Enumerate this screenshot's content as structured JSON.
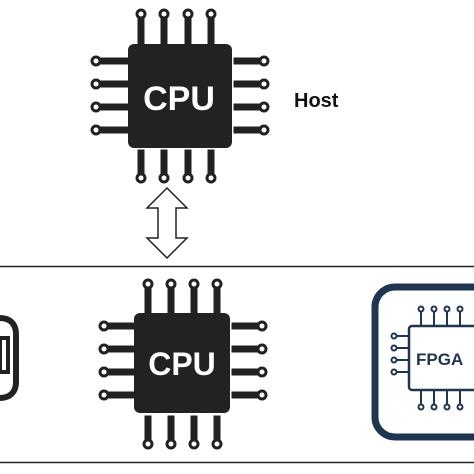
{
  "host": {
    "label": "Host"
  },
  "host_cpu": {
    "label": "CPU",
    "icon": "cpu-chip-icon"
  },
  "device_cpu": {
    "label": "CPU",
    "icon": "cpu-chip-icon"
  },
  "fpga": {
    "label": "FPGA",
    "icon": "fpga-chip-icon",
    "border_color": "#1f3550"
  },
  "link": {
    "icon": "double-arrow-icon"
  },
  "colors": {
    "chip": "#222222",
    "pin": "#222222",
    "arrow_stroke": "#222222",
    "line": "#222222"
  }
}
